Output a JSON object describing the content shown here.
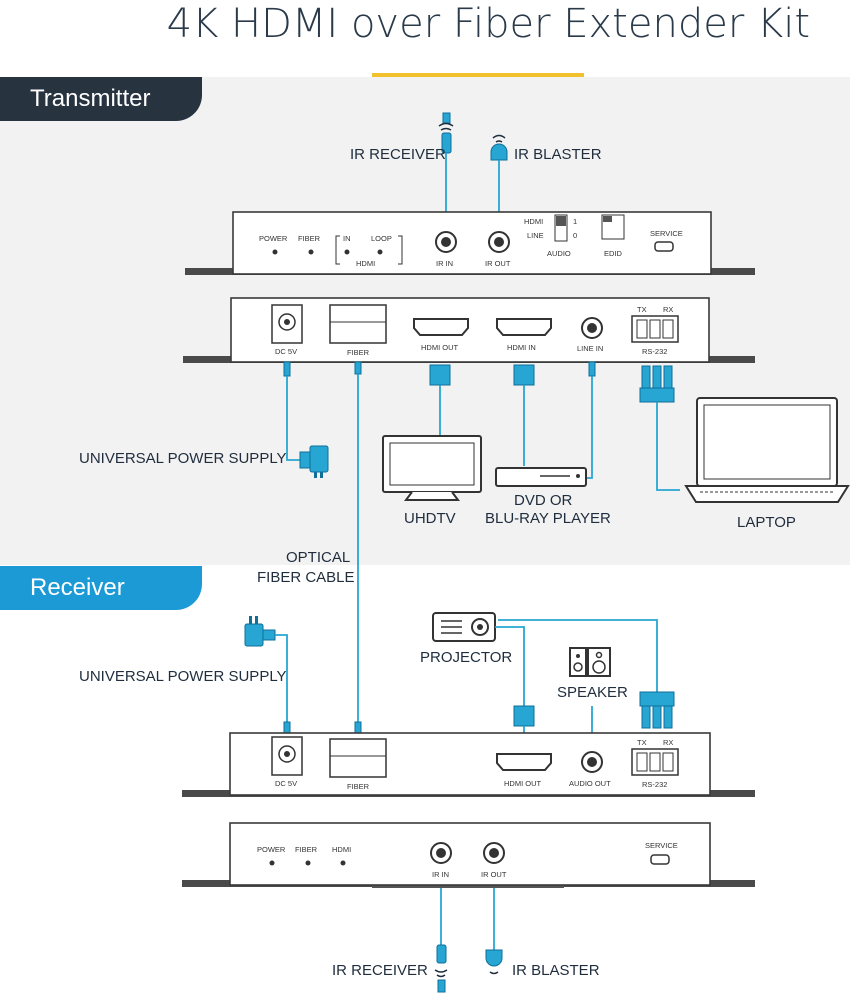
{
  "title": "4K HDMI over Fiber Extender Kit",
  "colors": {
    "accent_yellow": "#f2c12e",
    "transmitter_tab": "#27333f",
    "receiver_tab": "#1b9ad6",
    "cable": "#27a6d3",
    "panel_bg": "#f2f2f2"
  },
  "transmitter": {
    "tab_label": "Transmitter",
    "ir_receiver": "IR RECEIVER",
    "ir_blaster": "IR BLASTER",
    "front": {
      "power": "POWER",
      "fiber": "FIBER",
      "in": "IN",
      "loop": "LOOP",
      "hdmi": "HDMI",
      "ir_in": "IR IN",
      "ir_out": "IR OUT",
      "switch_hdmi": "HDMI",
      "switch_line": "LINE",
      "switch_1": "1",
      "switch_0": "0",
      "audio": "AUDIO",
      "edid": "EDID",
      "service": "SERVICE"
    },
    "rear": {
      "dc5v": "DC 5V",
      "fiber": "FIBER",
      "hdmi_out": "HDMI OUT",
      "hdmi_in": "HDMI IN",
      "line_in": "LINE  IN",
      "tx": "TX",
      "rx": "RX",
      "rs232": "RS-232"
    },
    "power_supply": "UNIVERSAL POWER SUPPLY",
    "uhdtv": "UHDTV",
    "player_line1": "DVD OR",
    "player_line2": "BLU-RAY PLAYER",
    "laptop": "LAPTOP"
  },
  "fiber_cable_line1": "OPTICAL",
  "fiber_cable_line2": "FIBER CABLE",
  "receiver": {
    "tab_label": "Receiver",
    "power_supply": "UNIVERSAL POWER SUPPLY",
    "projector": "PROJECTOR",
    "speaker": "SPEAKER",
    "rear": {
      "dc5v": "DC 5V",
      "fiber": "FIBER",
      "hdmi_out": "HDMI OUT",
      "audio_out": "AUDIO OUT",
      "tx": "TX",
      "rx": "RX",
      "rs232": "RS-232"
    },
    "front": {
      "power": "POWER",
      "fiber": "FIBER",
      "hdmi": "HDMI",
      "ir_in": "IR IN",
      "ir_out": "IR OUT",
      "service": "SERVICE"
    },
    "ir_receiver": "IR RECEIVER",
    "ir_blaster": "IR BLASTER"
  }
}
